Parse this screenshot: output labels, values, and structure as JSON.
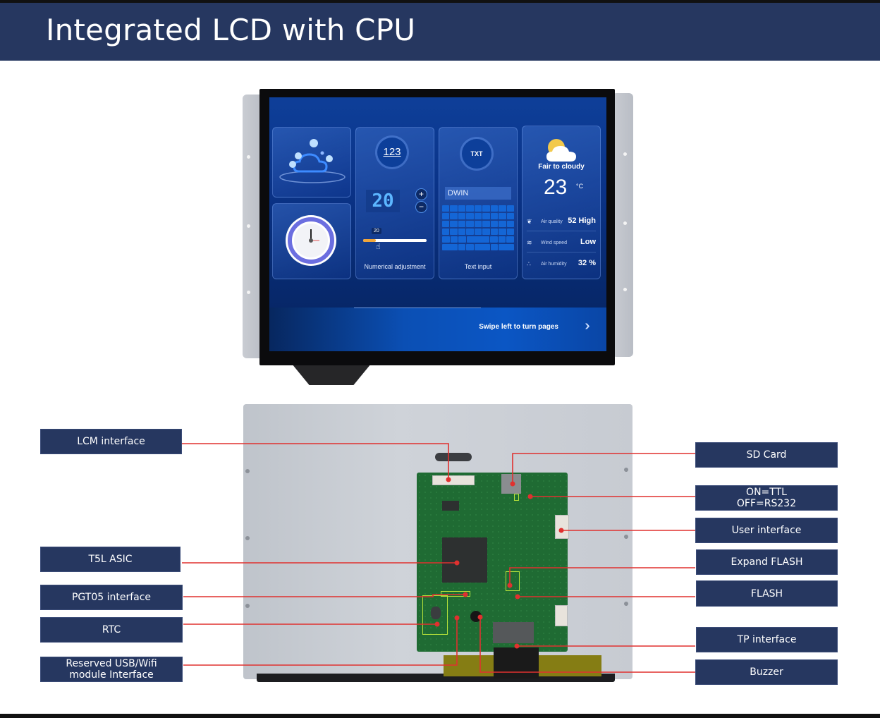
{
  "header": {
    "title": "Integrated LCD with CPU"
  },
  "front_display": {
    "cards": {
      "numerical": {
        "icon_label": "123",
        "digits": "20",
        "plus": "+",
        "minus": "−",
        "slider_value": "20",
        "slider_fraction": 0.2,
        "label": "Numerical adjustment"
      },
      "text_input": {
        "icon_label": "TXT",
        "input_value": "DWIN",
        "label": "Text input"
      },
      "weather": {
        "description": "Fair to cloudy",
        "temperature": "23",
        "unit": "°C",
        "rows": [
          {
            "icon": "leaf-icon",
            "label": "Air quality",
            "value": "52 High"
          },
          {
            "icon": "wind-icon",
            "label": "Wind speed",
            "value": "Low"
          },
          {
            "icon": "dots-icon",
            "label": "Air humidity",
            "value": "32  %"
          }
        ]
      }
    },
    "footer": {
      "swipe_text": "Swipe left to turn pages",
      "chevrons": "›››"
    }
  },
  "callouts": {
    "left": [
      {
        "id": "lcm",
        "label": "LCM interface"
      },
      {
        "id": "t5l",
        "label": "T5L ASIC"
      },
      {
        "id": "pgt05",
        "label": "PGT05 interface"
      },
      {
        "id": "rtc",
        "label": "RTC"
      },
      {
        "id": "usb",
        "label": "Reserved USB/Wifi module Interface"
      }
    ],
    "right": [
      {
        "id": "sd",
        "label": "SD Card"
      },
      {
        "id": "ttl",
        "label": "ON=TTL OFF=RS232"
      },
      {
        "id": "user",
        "label": "User interface"
      },
      {
        "id": "expflash",
        "label": "Expand FLASH"
      },
      {
        "id": "flash",
        "label": "FLASH"
      },
      {
        "id": "tp",
        "label": "TP interface"
      },
      {
        "id": "buzzer",
        "label": "Buzzer"
      }
    ]
  },
  "colors": {
    "brand_navy": "#263760",
    "leader_red": "#e0312f",
    "screen_blue": "#0b3f9c"
  }
}
